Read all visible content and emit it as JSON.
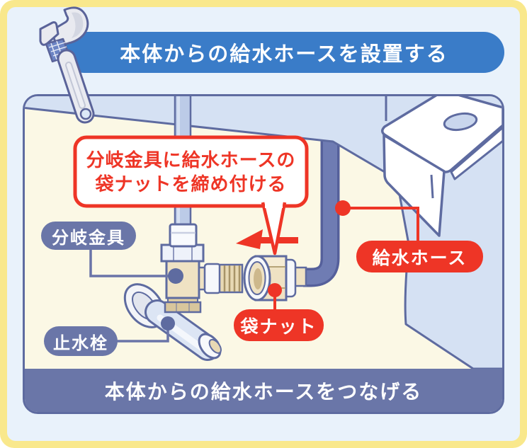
{
  "header": {
    "title": "本体からの給水ホースを設置する"
  },
  "diagram": {
    "callout": {
      "line1": "分岐金具に給水ホースの",
      "line2": "袋ナットを締め付ける"
    },
    "labels": [
      {
        "id": "branch-fitting",
        "text": "分岐金具",
        "style": "slate"
      },
      {
        "id": "stop-valve",
        "text": "止水栓",
        "style": "slate"
      },
      {
        "id": "cap-nut",
        "text": "袋ナット",
        "style": "red"
      },
      {
        "id": "supply-hose",
        "text": "給水ホース",
        "style": "red"
      }
    ],
    "caption": "本体からの給水ホースをつなげる",
    "icons": [
      {
        "name": "wrench-icon"
      }
    ]
  },
  "colors": {
    "frame_yellow": "#F9E88C",
    "background_blue": "#E9F2FB",
    "header_blue": "#3A7CC8",
    "slate": "#6A76A8",
    "outline_slate": "#5E6BA0",
    "panel_cream": "#FBF8E5",
    "accent_red": "#EE3526",
    "hose_blue": "#6F7CB3",
    "fitting_beige": "#EFE2C3"
  }
}
